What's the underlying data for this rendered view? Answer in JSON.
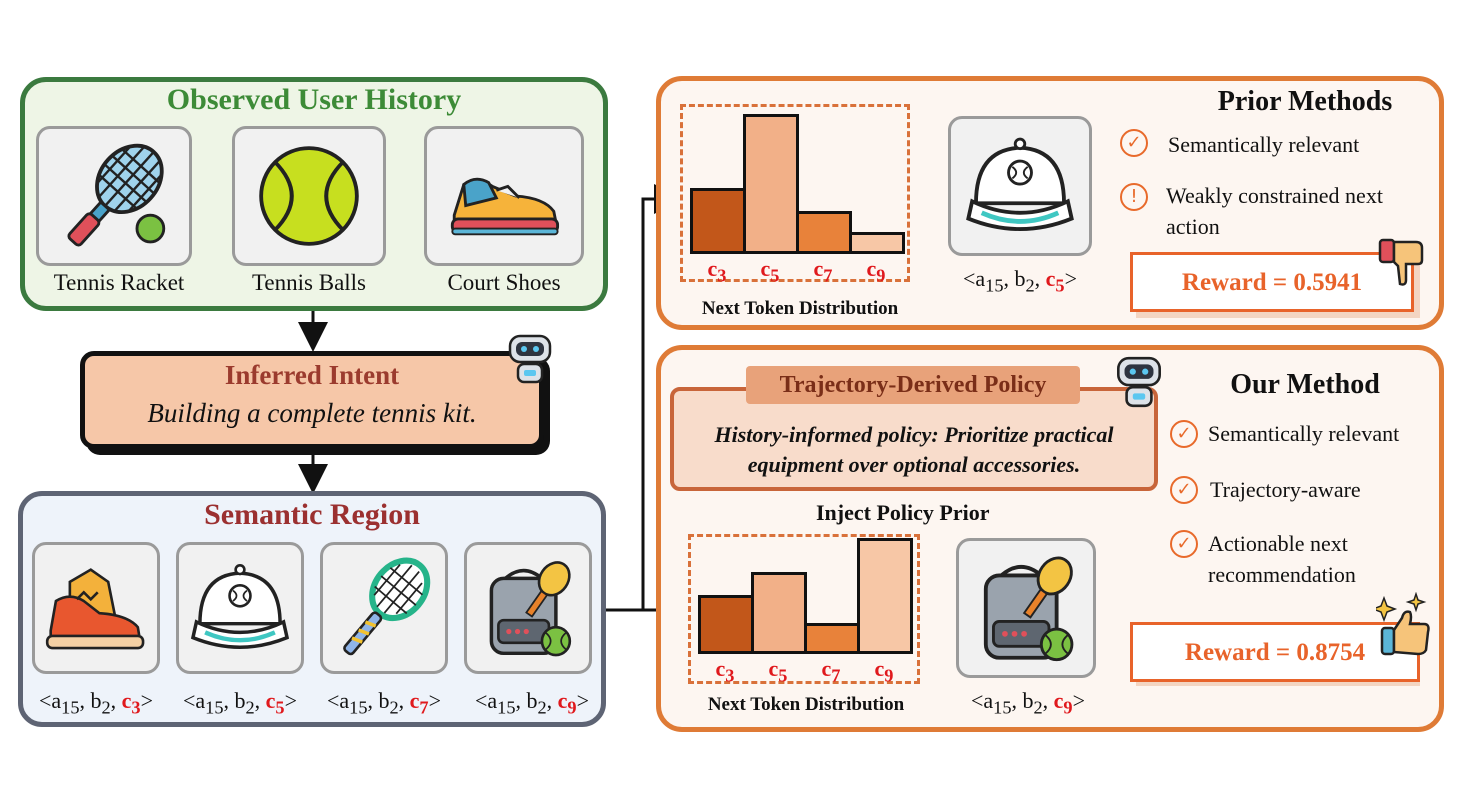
{
  "history": {
    "title": "Observed User History",
    "items": [
      {
        "label": "Tennis Racket",
        "icon": "tennis-racket-icon"
      },
      {
        "label": "Tennis Balls",
        "icon": "tennis-ball-icon"
      },
      {
        "label": "Court Shoes",
        "icon": "court-shoe-icon"
      }
    ]
  },
  "intent": {
    "title": "Inferred Intent",
    "text": "Building a complete tennis kit.",
    "icon": "robot-icon"
  },
  "semantic": {
    "title": "Semantic Region",
    "items": [
      {
        "icon": "sneakers-icon",
        "code_prefix": "<a",
        "a_sub": "15",
        "b_part": ", b",
        "b_sub": "2",
        "sep": ", ",
        "c": "c",
        "c_sub": "3",
        "close": ">"
      },
      {
        "icon": "cap-icon",
        "code_prefix": "<a",
        "a_sub": "15",
        "b_part": ", b",
        "b_sub": "2",
        "sep": ", ",
        "c": "c",
        "c_sub": "5",
        "close": ">"
      },
      {
        "icon": "racket-icon",
        "code_prefix": "<a",
        "a_sub": "15",
        "b_part": ", b",
        "b_sub": "2",
        "sep": ", ",
        "c": "c",
        "c_sub": "7",
        "close": ">"
      },
      {
        "icon": "tennis-bag-icon",
        "code_prefix": "<a",
        "a_sub": "15",
        "b_part": ", b",
        "b_sub": "2",
        "sep": ", ",
        "c": "c",
        "c_sub": "9",
        "close": ">"
      }
    ]
  },
  "prior": {
    "title": "Prior Methods",
    "checks": [
      {
        "symbol": "✓",
        "text": "Semantically relevant"
      },
      {
        "symbol": "!",
        "text": "Weakly constrained next action"
      }
    ],
    "dist_label": "Next Token Distribution",
    "bars": [
      {
        "label": "c",
        "sub": "3",
        "value": 0.47,
        "color": "#c2571a"
      },
      {
        "label": "c",
        "sub": "5",
        "value": 1.0,
        "color": "#f2b088"
      },
      {
        "label": "c",
        "sub": "7",
        "value": 0.31,
        "color": "#e8823a"
      },
      {
        "label": "c",
        "sub": "9",
        "value": 0.16,
        "color": "#f7c7a6"
      }
    ],
    "output": {
      "icon": "cap-icon",
      "code_prefix": "<a",
      "a_sub": "15",
      "b_part": ", b",
      "b_sub": "2",
      "sep": ", ",
      "c": "c",
      "c_sub": "5",
      "close": ">"
    },
    "reward": "Reward = 0.5941",
    "reward_icon": "thumbs-down-icon"
  },
  "ours": {
    "title": "Our Method",
    "policy_title": "Trajectory-Derived Policy",
    "policy_text": "History-informed policy: Prioritize practical equipment over optional accessories.",
    "inject_label": "Inject Policy Prior",
    "checks": [
      {
        "symbol": "✓",
        "text": "Semantically relevant"
      },
      {
        "symbol": "✓",
        "text": "Trajectory-aware"
      },
      {
        "symbol": "✓",
        "text": "Actionable next recommendation"
      }
    ],
    "dist_label": "Next Token Distribution",
    "bars": [
      {
        "label": "c",
        "sub": "3",
        "value": 0.51,
        "color": "#c2571a"
      },
      {
        "label": "c",
        "sub": "5",
        "value": 0.71,
        "color": "#f2b088"
      },
      {
        "label": "c",
        "sub": "7",
        "value": 0.27,
        "color": "#e8823a"
      },
      {
        "label": "c",
        "sub": "9",
        "value": 1.0,
        "color": "#f7c7a6"
      }
    ],
    "output": {
      "icon": "tennis-bag-icon",
      "code_prefix": "<a",
      "a_sub": "15",
      "b_part": ", b",
      "b_sub": "2",
      "sep": ", ",
      "c": "c",
      "c_sub": "9",
      "close": ">"
    },
    "reward": "Reward = 0.8754",
    "reward_icon": "thumbs-up-sparkle-icon"
  },
  "colors": {
    "history_border": "#3b7a3f",
    "history_bg": "#eef5e6",
    "history_title": "#3d8b37",
    "intent_bg": "#f6c7a8",
    "intent_title": "#9b3b2e",
    "semantic_border": "#5e6474",
    "semantic_bg": "#eef3fa",
    "semantic_title": "#9b3030",
    "method_border": "#df7b36",
    "method_bg": "#fdf6f1",
    "reward": "#e8632a",
    "highlight_red": "#e0191d"
  }
}
